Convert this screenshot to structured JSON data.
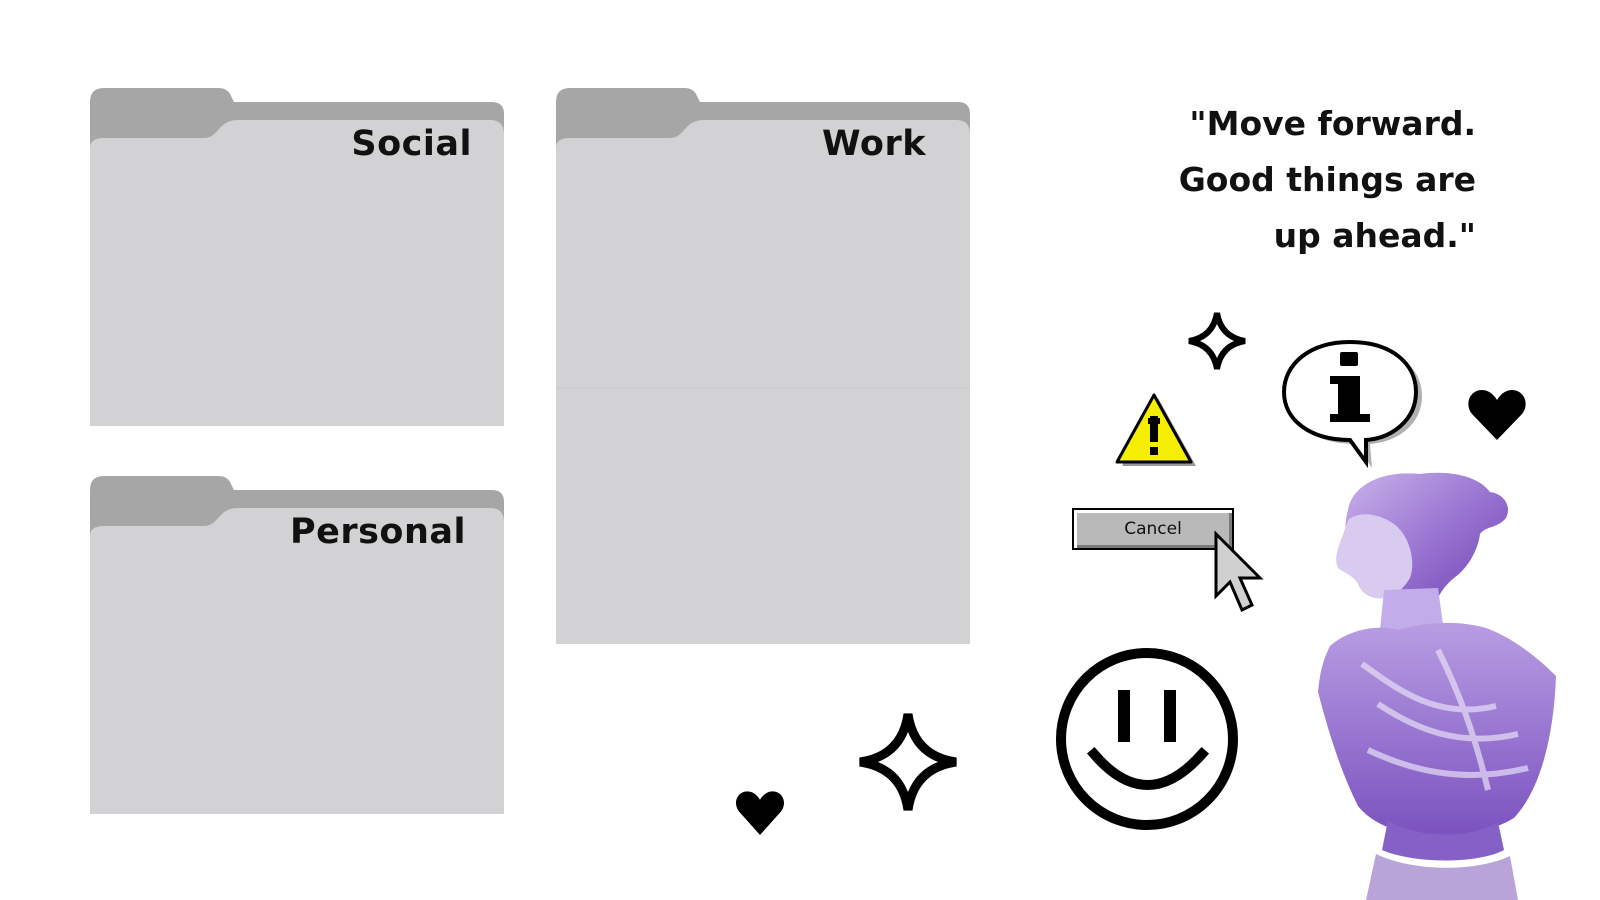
{
  "folders": [
    {
      "label": "Social"
    },
    {
      "label": "Work"
    },
    {
      "label": "Personal"
    }
  ],
  "quote": {
    "line1": "\"Move forward.",
    "line2": "Good things are",
    "line3": "up ahead.\""
  },
  "dialog_button": {
    "label": "Cancel"
  },
  "icons": [
    "sparkle-icon",
    "warning-icon",
    "info-bubble-icon",
    "heart-icon",
    "cursor-icon",
    "smiley-icon",
    "statue-image"
  ],
  "colors": {
    "folder_front": "#d2d2d4",
    "folder_back": "#a6a6a6",
    "warning": "#f5ee00",
    "statue": "#8b63c8"
  }
}
